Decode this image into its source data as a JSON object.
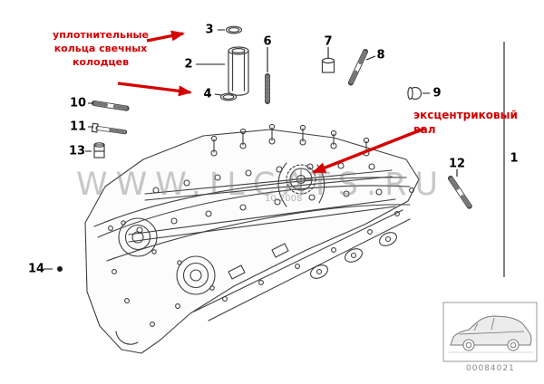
{
  "annotations": {
    "seal_rings": {
      "line1": "уплотнительные",
      "line2": "кольца свечных",
      "line3": "колодцев"
    },
    "eccentric_shaft": {
      "line1": "эксцентриковый",
      "line2": "вал"
    }
  },
  "callouts": {
    "c1": "1",
    "c2": "2",
    "c3": "3",
    "c4": "4",
    "c6": "6",
    "c7": "7",
    "c8": "8",
    "c9": "9",
    "c10": "10",
    "c11": "11",
    "c12": "12",
    "c13": "13",
    "c14": "14"
  },
  "watermark": {
    "main": "WWW.ILCATS.RU",
    "small": "10.2008"
  },
  "thumbnail": {
    "code": "00084021"
  },
  "colors": {
    "annotation_red": "#d40000",
    "line_dark": "#1a1a1a",
    "watermark_gray": "#7d7d7d"
  }
}
